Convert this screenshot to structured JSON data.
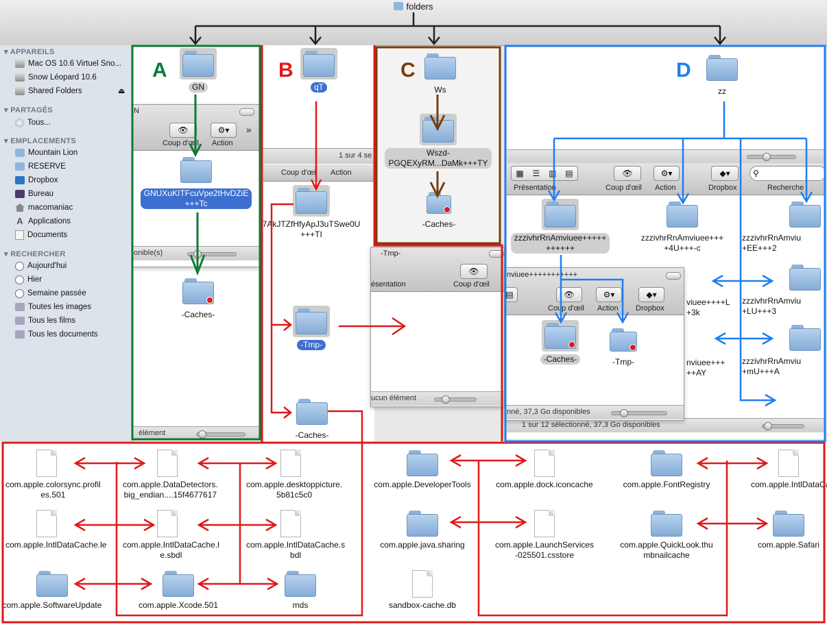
{
  "window": {
    "title": "folders",
    "title_icon": "folder-icon"
  },
  "sidebar": {
    "sections": [
      {
        "title": "APPAREILS",
        "items": [
          {
            "label": "Mac OS 10.6 Virtuel Sno...",
            "icon": "laptop-icon"
          },
          {
            "label": "Snow Léopard 10.6",
            "icon": "drive-icon"
          },
          {
            "label": "Shared Folders",
            "icon": "shared-drive-icon"
          }
        ]
      },
      {
        "title": "PARTAGÉS",
        "items": [
          {
            "label": "Tous...",
            "icon": "network-icon"
          }
        ]
      },
      {
        "title": "EMPLACEMENTS",
        "items": [
          {
            "label": "Mountain Lion",
            "icon": "folder-icon"
          },
          {
            "label": "RESERVE",
            "icon": "folder-icon"
          },
          {
            "label": "Dropbox",
            "icon": "dropbox-icon"
          },
          {
            "label": "Bureau",
            "icon": "desktop-icon"
          },
          {
            "label": "macomaniac",
            "icon": "home-icon"
          },
          {
            "label": "Applications",
            "icon": "applications-icon"
          },
          {
            "label": "Documents",
            "icon": "documents-icon"
          }
        ]
      },
      {
        "title": "RECHERCHER",
        "items": [
          {
            "label": "Aujourd'hui",
            "icon": "clock-icon"
          },
          {
            "label": "Hier",
            "icon": "clock-icon"
          },
          {
            "label": "Semaine passée",
            "icon": "clock-icon"
          },
          {
            "label": "Toutes les images",
            "icon": "smart-folder-icon"
          },
          {
            "label": "Tous les films",
            "icon": "smart-folder-icon"
          },
          {
            "label": "Tous les documents",
            "icon": "smart-folder-icon"
          }
        ]
      }
    ]
  },
  "annotations": {
    "a": "A",
    "b": "B",
    "c": "C",
    "d": "D"
  },
  "toolbar": {
    "coup_doeil": "Coup d'œil",
    "coup_doeil_cut": "Coup d'œil",
    "action": "Action",
    "dropbox": "Dropbox",
    "presentation": "Présentation",
    "presentation_cut": "ésentation",
    "recherche": "Recherche",
    "overflow": "»"
  },
  "panelA": {
    "win_title_cut": "N",
    "top_folder": "GN",
    "mid_folder": "GNUXuKITFcuVpe2tHvDZiE\n+++Tc",
    "bottom_folder": "-Caches-",
    "status_mid": "onible(s)",
    "status_bottom": "élément"
  },
  "panelB": {
    "top_folder": "qT",
    "status_top": "1 sur 4 se",
    "mid_folder": "7AkJTZfHfyApJ3uTSwe0U\n+++TI",
    "tmp_folder": "-Tmp-",
    "caches_folder": "-Caches-"
  },
  "panelC": {
    "top_folder": "Ws",
    "mid_folder": "Wszd-\nPGQEXyRM...DaMk+++TY",
    "bottom_folder": "-Caches-"
  },
  "tmpWindow": {
    "title": "-Tmp-",
    "status": "ucun élément"
  },
  "panelD": {
    "top_folder": "zz",
    "search_placeholder": "",
    "folders": [
      "zzzivhrRnAmviuee+++++\n++++++",
      "zzzivhrRnAmviuee+++\n+4U+++-c",
      "zzzivhrRnAmviu\n+EE+++2",
      "zzzivhrRnAmviu\n+LU+++3",
      "zzzivhrRnAmviu\n+mU+++A"
    ],
    "status": "1 sur 12 sélectionné, 37,3 Go disponibles"
  },
  "innerWindowD": {
    "title": "nviuee+++++++++++",
    "caches": "-Caches-",
    "tmp": "-Tmp-",
    "partial1": "viuee++++L\n+3k",
    "partial2": "nviuee+++\n++AY",
    "status": "nné, 37,3 Go disponibles"
  },
  "bottom": {
    "items": [
      {
        "label": "com.apple.colorsync.profil\nes.501",
        "kind": "file"
      },
      {
        "label": "com.apple.DataDetectors.\nbig_endian....15f4677617",
        "kind": "file"
      },
      {
        "label": "com.apple.desktoppicture.\n5b81c5c0",
        "kind": "file"
      },
      {
        "label": "com.apple.DeveloperTools",
        "kind": "folder"
      },
      {
        "label": "com.apple.dock.iconcache",
        "kind": "file"
      },
      {
        "label": "com.apple.FontRegistry",
        "kind": "folder"
      },
      {
        "label": "com.apple.IntlDataCa",
        "kind": "file"
      },
      {
        "label": "com.apple.IntlDataCache.le",
        "kind": "file"
      },
      {
        "label": "com.apple.IntlDataCache.l\ne.sbdl",
        "kind": "file"
      },
      {
        "label": "com.apple.IntlDataCache.s\nbdl",
        "kind": "file"
      },
      {
        "label": "com.apple.java.sharing",
        "kind": "folder"
      },
      {
        "label": "com.apple.LaunchServices\n-025501.csstore",
        "kind": "file"
      },
      {
        "label": "com.apple.QuickLook.thu\nmbnailcache",
        "kind": "folder"
      },
      {
        "label": "com.apple.Safari",
        "kind": "folder"
      },
      {
        "label": "com.apple.SoftwareUpdate",
        "kind": "folder"
      },
      {
        "label": "com.apple.Xcode.501",
        "kind": "folder"
      },
      {
        "label": "mds",
        "kind": "folder"
      },
      {
        "label": "sandbox-cache.db",
        "kind": "file"
      }
    ]
  },
  "colors": {
    "green": "#0d7a35",
    "red": "#e01818",
    "brown": "#7a3c0c",
    "blue": "#1e7ef0",
    "black": "#222222",
    "selection": "#3d6fd0"
  }
}
